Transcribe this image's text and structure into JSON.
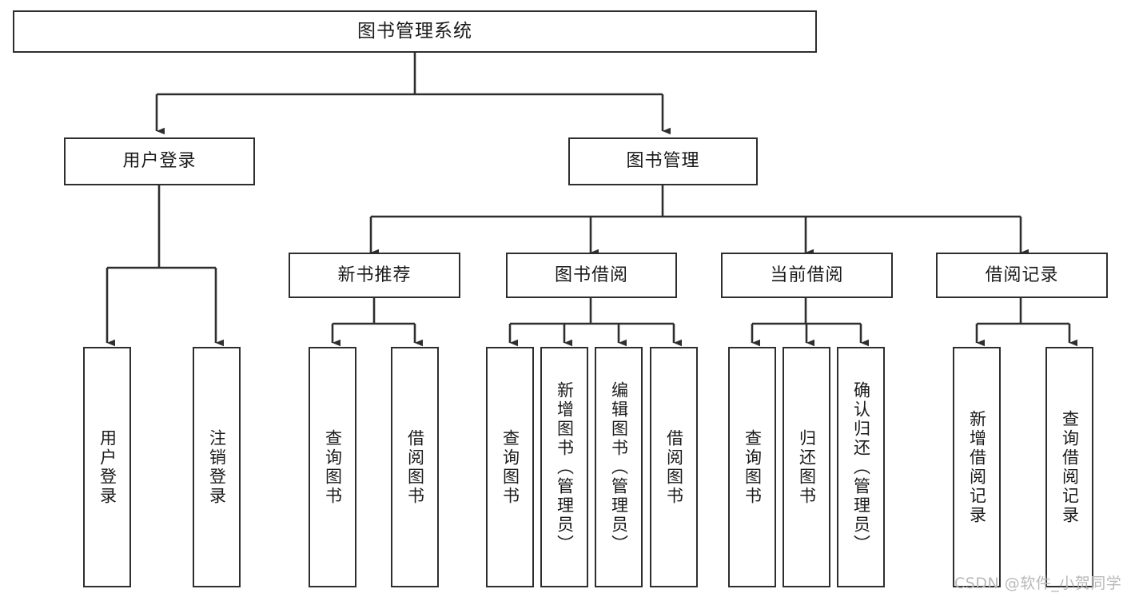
{
  "diagram": {
    "title": "图书管理系统",
    "type": "tree-structure-chart",
    "colors": {
      "node_border": "#2e2e2e",
      "node_fill": "#ffffff",
      "edge": "#2e2e2e",
      "text": "#1a1a1a",
      "watermark": "#b9b9b9",
      "background": "#ffffff"
    },
    "nodes": {
      "root": {
        "label": "图书管理系统"
      },
      "level2": [
        {
          "id": "user-login",
          "label": "用户登录"
        },
        {
          "id": "book-manage",
          "label": "图书管理"
        }
      ],
      "level3": [
        {
          "id": "new-book-recommend",
          "label": "新书推荐"
        },
        {
          "id": "book-borrow",
          "label": "图书借阅"
        },
        {
          "id": "current-borrow",
          "label": "当前借阅"
        },
        {
          "id": "borrow-record",
          "label": "借阅记录"
        }
      ],
      "leaves": {
        "user_login": [
          {
            "id": "leaf-user-login",
            "label": "用户登录"
          },
          {
            "id": "leaf-logout-login",
            "label": "注销登录"
          }
        ],
        "new_book_recommend": [
          {
            "id": "leaf-query-book-1",
            "label": "查询图书"
          },
          {
            "id": "leaf-borrow-book-1",
            "label": "借阅图书"
          }
        ],
        "book_borrow": [
          {
            "id": "leaf-query-book-2",
            "label": "查询图书"
          },
          {
            "id": "leaf-add-book",
            "label": "新增图书（管理员）"
          },
          {
            "id": "leaf-edit-book",
            "label": "编辑图书（管理员）"
          },
          {
            "id": "leaf-borrow-book-2",
            "label": "借阅图书"
          }
        ],
        "current_borrow": [
          {
            "id": "leaf-query-book-3",
            "label": "查询图书"
          },
          {
            "id": "leaf-return-book",
            "label": "归还图书"
          },
          {
            "id": "leaf-confirm-return",
            "label": "确认归还（管理员）"
          }
        ],
        "borrow_record": [
          {
            "id": "leaf-add-record",
            "label": "新增借阅记录"
          },
          {
            "id": "leaf-query-record",
            "label": "查询借阅记录"
          }
        ]
      }
    },
    "watermark": "CSDN @软件_小贺同学"
  }
}
